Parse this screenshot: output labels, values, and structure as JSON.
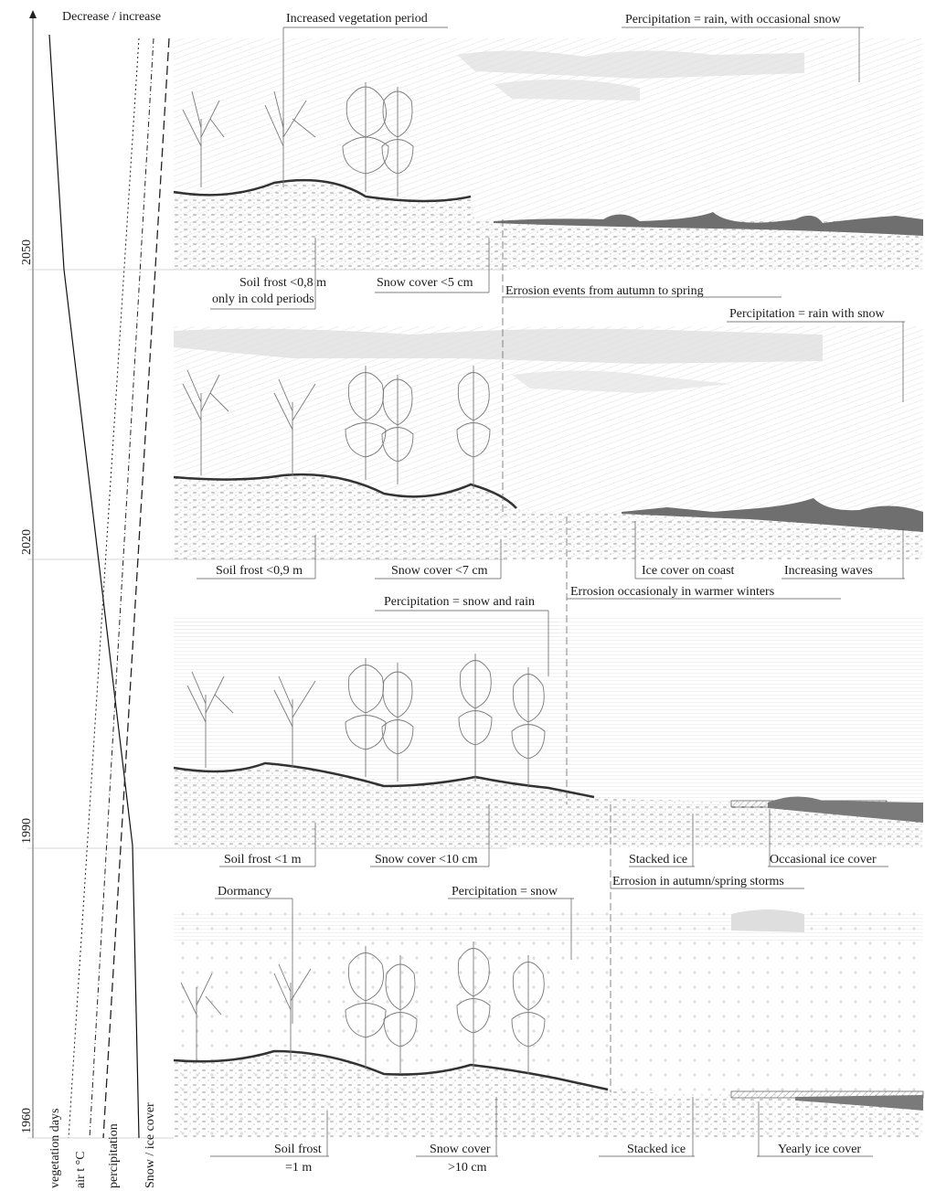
{
  "header": {
    "axis_title": "Decrease / increase"
  },
  "years": [
    "2050",
    "2020",
    "1990",
    "1960"
  ],
  "legend": {
    "vegetation": "vegetation days",
    "air": "air t °C",
    "precip": "percipitation",
    "snow": "Snow / ice cover"
  },
  "panels": [
    {
      "labels": {
        "top_left": "Increased vegetation period",
        "top_right": "Percipitation = rain, with occasional snow",
        "soil1": "Soil frost <0,8 m",
        "soil2": "only in cold periods",
        "snow": "Snow cover <5 cm",
        "erosion": "Errosion events from autumn to spring"
      }
    },
    {
      "labels": {
        "top_right": "Percipitation = rain with snow",
        "soil": "Soil frost <0,9 m",
        "snow": "Snow cover <7 cm",
        "ice": "Ice cover on coast",
        "waves": "Increasing waves",
        "erosion": "Errosion occasionaly in warmer winters"
      }
    },
    {
      "labels": {
        "top_mid": "Percipitation = snow and rain",
        "soil": "Soil frost <1 m",
        "snow": "Snow cover <10 cm",
        "stacked": "Stacked ice",
        "ice": "Occasional ice cover",
        "erosion": "Errosion in autumn/spring storms"
      }
    },
    {
      "labels": {
        "top_left": "Dormancy",
        "top_mid": "Percipitation = snow",
        "soil1": "Soil frost",
        "soil2": "=1 m",
        "snow1": "Snow cover",
        "snow2": ">10 cm",
        "stacked": "Stacked ice",
        "ice": "Yearly ice cover"
      }
    }
  ]
}
